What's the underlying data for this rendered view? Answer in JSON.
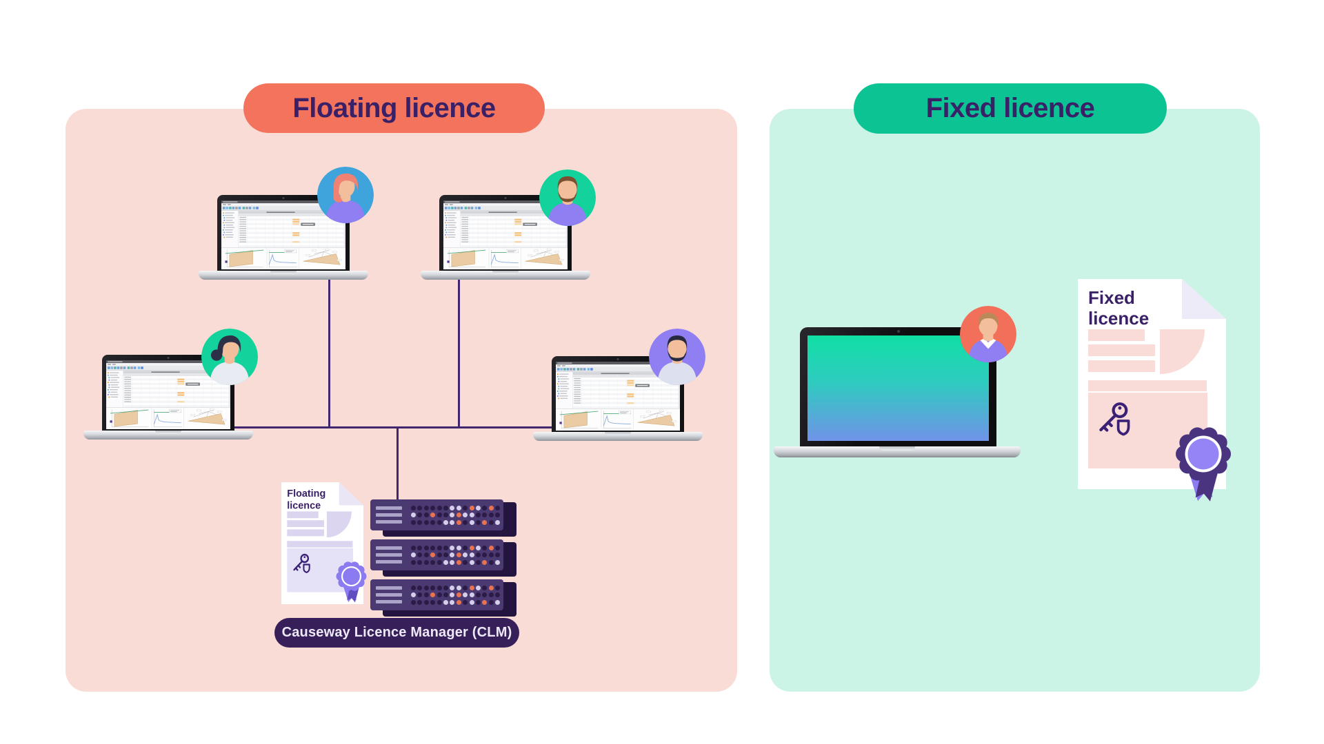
{
  "badges": {
    "floating": {
      "label": "Floating licence",
      "bg": "#F3735C"
    },
    "fixed": {
      "label": "Fixed licence",
      "bg": "#0CC493"
    }
  },
  "panels": {
    "floating_bg": "#FADCD6",
    "fixed_bg": "#CBF3E6"
  },
  "text_color": "#392067",
  "connector_color": "#42266E",
  "clm": {
    "label": "Causeway Licence Manager (CLM)",
    "bg": "#37205A",
    "text_color": "#EDE9F8"
  },
  "documents": {
    "floating": {
      "title_line1": "Floating",
      "title_line2": "licence",
      "bar_color": "#DBD5F0",
      "block_color": "#E5E1F6",
      "fold_color": "#EAE6F6"
    },
    "fixed": {
      "title_line1": "Fixed",
      "title_line2": "licence",
      "bar_color": "#F9DCD8",
      "block_color": "#F9DCD8",
      "fold_color": "#EDEBF7"
    }
  },
  "key_icon_color": "#3B2175",
  "rosettes": {
    "floating": {
      "outer": "#8B7BF0",
      "inner": "#8B7BF0",
      "ribbon_left": "#8B7BF0",
      "ribbon_right": "#5F4EC2"
    },
    "fixed": {
      "outer": "#4A3480",
      "inner": "#9484F5",
      "ribbon_left": "#8B7BF0",
      "ribbon_right": "#4A3480"
    }
  },
  "server": {
    "body": "#4B3971",
    "underlay": "#241440",
    "bar_color": "#ABA4C8",
    "dot_colors": {
      "d": "#2B1B46",
      "l": "#D6CFEA",
      "o": "#E9734F"
    },
    "dot_rows": [
      "ddddddlldoldod",
      "lddoddlolldddd",
      "dddddllodldodl"
    ]
  },
  "laptops": {
    "screen_gradient": [
      "#10DFA4",
      "#2FCBC0",
      "#7093E8"
    ]
  },
  "avatars": [
    {
      "variant": "woman-side",
      "bg": "#3FA3DC",
      "hair": "#EF8273",
      "skin": "#F2BE9C",
      "shirt": "#8F7FF2"
    },
    {
      "variant": "man-beard",
      "bg": "#13D29B",
      "hair": "#7A5030",
      "skin": "#F2BE9C",
      "shirt": "#8F7FF2"
    },
    {
      "variant": "woman-bun",
      "bg": "#13D29B",
      "hair": "#2C3148",
      "skin": "#F2BE9C",
      "shirt": "#E9EBF3"
    },
    {
      "variant": "man-beard",
      "bg": "#8F7FF2",
      "hair": "#252A3E",
      "skin": "#F2BE9C",
      "shirt": "#DDE0EE"
    },
    {
      "variant": "man-short",
      "bg": "#F2705A",
      "hair": "#B9895A",
      "skin": "#F2BE9C",
      "shirt": "#8F7FF2"
    }
  ]
}
